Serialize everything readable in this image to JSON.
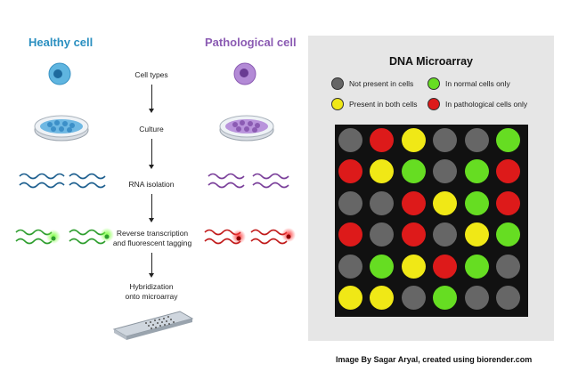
{
  "healthy": {
    "title": "Healthy cell"
  },
  "pathological": {
    "title": "Pathological cell"
  },
  "steps": [
    "Cell types",
    "Culture",
    "RNA isolation",
    "Reverse transcription\nand fluorescent tagging",
    "Hybridization\nonto microarray"
  ],
  "microarray": {
    "title": "DNA Microarray",
    "legend": [
      {
        "label": "Not present in cells",
        "color": "#666666"
      },
      {
        "label": "In normal cells only",
        "color": "#66dd22"
      },
      {
        "label": "Present in both cells",
        "color": "#f0e816"
      },
      {
        "label": "In pathological cells only",
        "color": "#dd1a1a"
      }
    ],
    "grid": [
      [
        "gray",
        "red",
        "yellow",
        "gray",
        "gray",
        "green"
      ],
      [
        "red",
        "yellow",
        "green",
        "gray",
        "green",
        "red"
      ],
      [
        "gray",
        "gray",
        "red",
        "yellow",
        "green",
        "red"
      ],
      [
        "red",
        "gray",
        "red",
        "gray",
        "yellow",
        "green"
      ],
      [
        "gray",
        "green",
        "yellow",
        "red",
        "green",
        "gray"
      ],
      [
        "yellow",
        "yellow",
        "gray",
        "green",
        "gray",
        "gray"
      ]
    ]
  },
  "colors": {
    "gray": "#666666",
    "green": "#66dd22",
    "yellow": "#f0e816",
    "red": "#dd1a1a"
  },
  "credit": "Image By Sagar Aryal, created using biorender.com"
}
